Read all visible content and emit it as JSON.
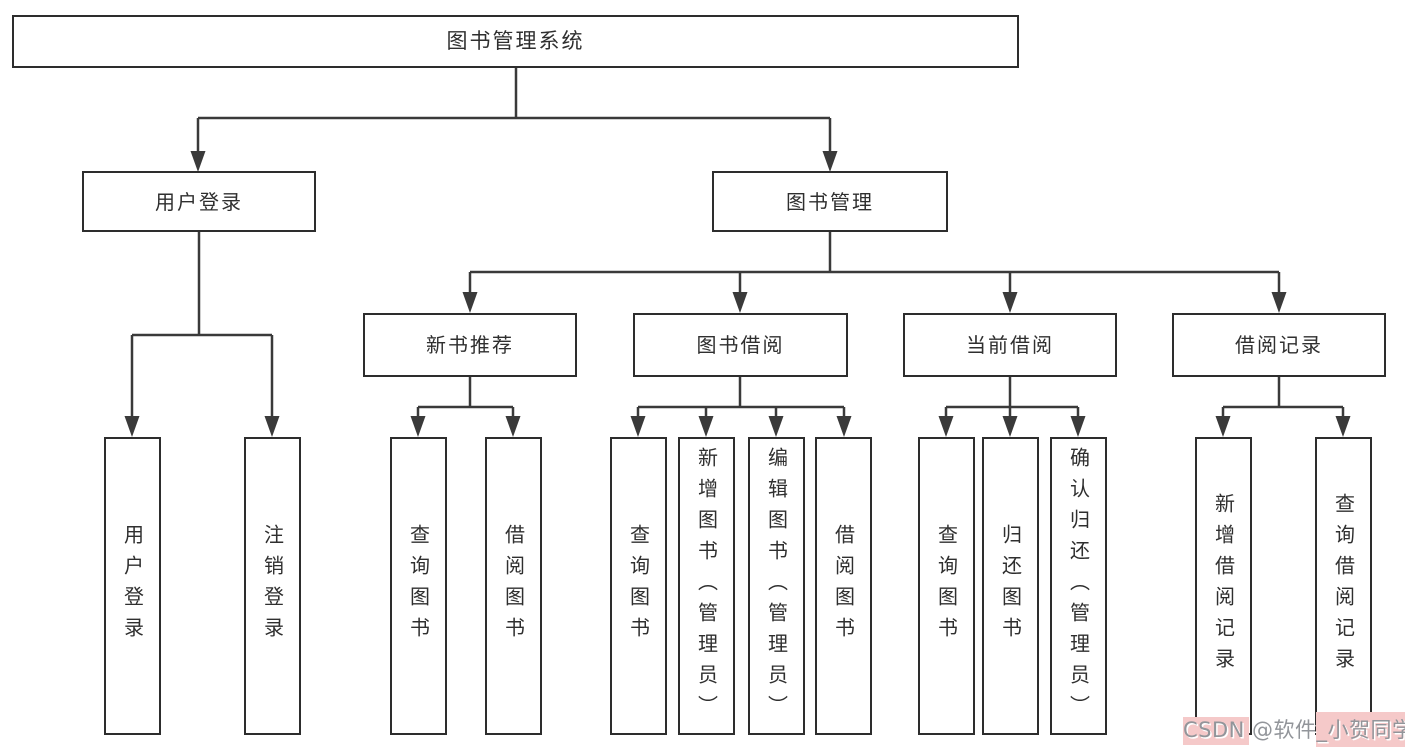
{
  "colors": {
    "background": "#ffffff",
    "line": "#3a3a3a",
    "box_border": "#2d2d2d",
    "box_text": "#2f2f2f",
    "watermark_text": "#92959a",
    "watermark_highlight": "#f5c9c9"
  },
  "tree": {
    "root": {
      "label": "图书管理系统",
      "children": [
        {
          "label": "用户登录",
          "children": [
            {
              "label": "用户登录"
            },
            {
              "label": "注销登录"
            }
          ]
        },
        {
          "label": "图书管理",
          "children": [
            {
              "label": "新书推荐",
              "children": [
                {
                  "label": "查询图书"
                },
                {
                  "label": "借阅图书"
                }
              ]
            },
            {
              "label": "图书借阅",
              "children": [
                {
                  "label": "查询图书"
                },
                {
                  "label": "新增图书（管理员）"
                },
                {
                  "label": "编辑图书（管理员）"
                },
                {
                  "label": "借阅图书"
                }
              ]
            },
            {
              "label": "当前借阅",
              "children": [
                {
                  "label": "查询图书"
                },
                {
                  "label": "归还图书"
                },
                {
                  "label": "确认归还（管理员）"
                }
              ]
            },
            {
              "label": "借阅记录",
              "children": [
                {
                  "label": "新增借阅记录"
                },
                {
                  "label": "查询借阅记录"
                }
              ]
            }
          ]
        }
      ]
    }
  },
  "watermark": {
    "text": "CSDN @软件_小贺同学"
  }
}
